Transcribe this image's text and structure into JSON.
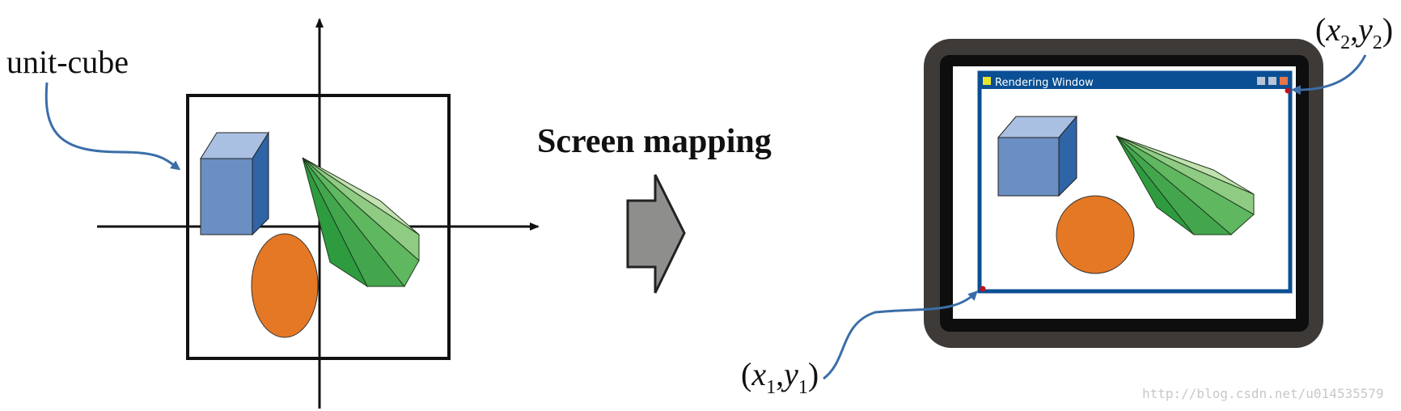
{
  "left_label": "unit-cube",
  "title": "Screen mapping",
  "window_title": "Rendering Window",
  "coord_top": {
    "x": "x",
    "sub_x": "2",
    "y": "y",
    "sub_y": "2"
  },
  "coord_bottom": {
    "x": "x",
    "sub_x": "1",
    "y": "y",
    "sub_y": "1"
  },
  "watermark": "http://blog.csdn.net/u014535579",
  "colors": {
    "cube_front": "#6a8fc2",
    "cube_top": "#a9c0e2",
    "cube_side": "#2f64a6",
    "ellipse": "#e57825",
    "cone_light": "#c3e0b0",
    "cone_dark": "#2e9b3f",
    "window_border": "#0a4f93",
    "monitor": "#3d3a37",
    "arrow_blue": "#3b6ea8",
    "big_arrow": "#8e8f8c"
  }
}
